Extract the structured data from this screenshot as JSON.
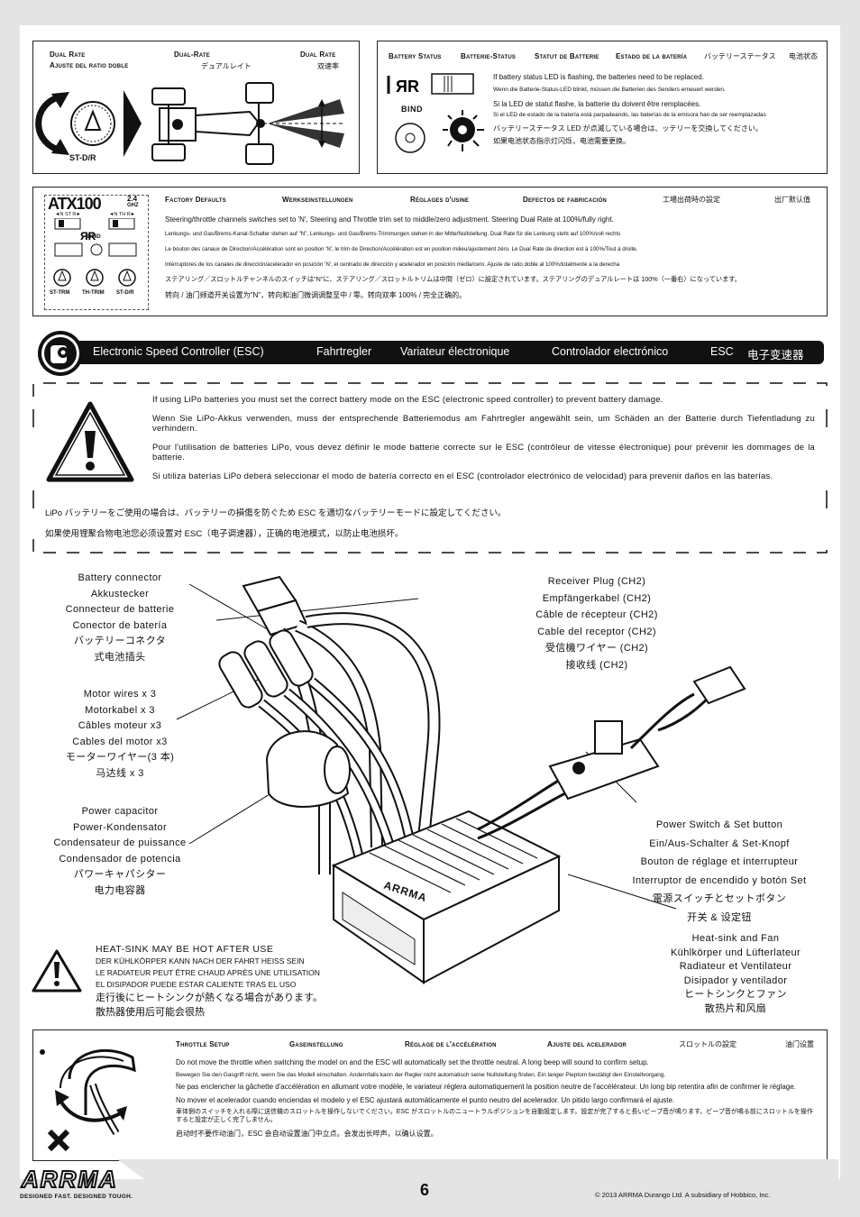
{
  "dual_rate": {
    "labels": [
      "Dual Rate",
      "Dual-Rate",
      "Dual Rate"
    ],
    "sublabels": [
      "Ajuste del ratio doble",
      "デュアルレイト",
      "双速率"
    ],
    "knob_label": "ST-D/R"
  },
  "battery_status": {
    "headers": [
      "Battery Status",
      "Batterie-Status",
      "Statut de Batterie",
      "Estado de la batería",
      "バッテリーステータス",
      "电池状态"
    ],
    "bind_label": "BIND",
    "lines": [
      "If battery status LED is flashing, the batteries need to be replaced.",
      "Wenn die Batterie-Status-LED blinkt, müssen die Batterien des Senders erneuert werden.",
      "Si la LED de statut flashe, la batterie du doivent être remplacées.",
      "Si el LED de estado de la batería está parpadeando, las baterías de la emisora han de ser reemplazadas",
      "バッテリーステータス LED が点滅している場合は、ッテリーを交換してください。",
      "如果电池状态指示灯闪烁，电池需要更换。"
    ]
  },
  "factory_defaults": {
    "brand": "ATX100",
    "brand_sup": "2.4",
    "brand_sub": "GHZ",
    "trims": [
      "◄N ST R►",
      "◄N TH R►"
    ],
    "bind_label": "BIND",
    "knobs": [
      "ST-TRM",
      "TH-TRIM",
      "ST-D/R"
    ],
    "headers": [
      "Factory Defaults",
      "Werkseinstellungen",
      "Réglages d'usine",
      "Defectos de fabricación",
      "工場出荷時の設定",
      "出厂默认值"
    ],
    "lines": [
      "Steering/throttle channels switches set to 'N', Steering and Throttle trim set to middle/zero adjustment. Steering Dual Rate at 100%/fully right.",
      "Lenkungs- und Gas/Brems-Kanal-Schalter stehen auf \"N\", Lenkungs- und Gas/Brems-Trimmungen stehen in der Mitte/Nullstellung. Dual Rate für die Lenkung steht auf 100%/voll rechts",
      "Le bouton des canaux de Direction/Accélération sont en position 'N', le trim de Direction/Accélération est en position milieu/ajustement zéro. Le Dual Rate de direction est à 100%/Tout à droite.",
      "Interruptores de los canales de dirección/acelerador en posición 'N', el centrado de dirección y acelerador en posición media/cero. Ajuste de ratio doble al 100%/totalmente a la derecha",
      "ステアリング／スロットルチャンネルのスイッチは\"N\"に、ステアリング／スロットルトリムは中間（ゼロ）に設定されています。ステアリングのデュアルレートは 100%（一番右）になっています。",
      "转向 / 油门频道开关设置为\"N\"，转向和油门微调调整至中 / 零。转向双率 100% / 完全正确的。"
    ]
  },
  "esc_banner": [
    "Electronic Speed Controller (ESC)",
    "Fahrtregler",
    "Variateur électronique",
    "Controlador electrónico",
    "ESC",
    "电子变速器"
  ],
  "warning": {
    "lines": [
      "If using LiPo batteries you must set the correct battery mode on the ESC (electronic speed controller) to prevent battery damage.",
      "Wenn Sie LiPo-Akkus verwenden, muss der entsprechende Batteriemodus am Fahrtregler angewählt sein, um Schäden an der Batterie durch Tiefentladung zu verhindern.",
      "Pour l'utilisation de batteries LiPo, vous devez définir le mode batterie correcte sur le ESC (contrôleur de vitesse électronique) pour prévenir les dommages de la batterie.",
      "Si utiliza baterías LiPo deberá seleccionar el modo de batería correcto en el ESC (controlador electrónico de velocidad) para prevenir daños en las baterías."
    ],
    "jp": "LiPo バッテリーをご使用の場合は、バッテリーの損傷を防ぐため ESC を適切なバッテリーモードに設定してください。",
    "cn": "如果使用锂聚合物电池您必须设置对 ESC（电子调速器），正确的电池模式，以防止电池损坏。"
  },
  "callouts": {
    "battery_connector": [
      "Battery connector",
      "Akkustecker",
      "Connecteur de batterie",
      "Conector de batería",
      "バッテリーコネクタ",
      "式电池插头"
    ],
    "motor_wires": [
      "Motor wires x 3",
      "Motorkabel x 3",
      "Câbles moteur x3",
      "Cables del motor x3",
      "モーターワイヤー(3 本)",
      "马达线 x 3"
    ],
    "power_capacitor": [
      "Power capacitor",
      "Power-Kondensator",
      "Condensateur de puissance",
      "Condensador de potencia",
      "パワーキャパシター",
      "电力电容器"
    ],
    "receiver_plug": [
      "Receiver Plug (CH2)",
      "Empfängerkabel (CH2)",
      "Câble de récepteur (CH2)",
      "Cable del receptor (CH2)",
      "受信機ワイヤー (CH2)",
      "接收线 (CH2)"
    ],
    "power_switch": [
      "Power Switch & Set button",
      "Ein/Aus-Schalter & Set-Knopf",
      "Bouton de réglage et interrupteur",
      "Interruptor de encendido y botón Set",
      "電源スイッチとセットボタン",
      "开关 & 设定钮"
    ],
    "heatsink_fan": [
      "Heat-sink and Fan",
      "Kühlkörper und Lüfterlateur",
      "Radiateur et Ventilateur",
      "Disipador y ventilador",
      "ヒートシンクとファン",
      "散热片和风扇"
    ],
    "heatsink_warning": [
      "HEAT-SINK MAY BE HOT AFTER USE",
      "DER KÜHLKÖRPER KANN NACH DER FAHRT HEISS SEIN",
      "LE RADIATEUR PEUT ÊTRE CHAUD APRÈS UNE UTILISATION",
      "EL DISIPADOR PUEDE ESTAR CALIENTE TRAS EL USO",
      "走行後にヒートシンクが熱くなる場合があります。",
      "散热器使用后可能会很热"
    ]
  },
  "esc_label": "ARRMA",
  "throttle_setup": {
    "headers": [
      "Throttle Setup",
      "Gaseinstellung",
      "Réglage de l'accélération",
      "Ajuste del acelerador",
      "スロットルの設定",
      "油门设置"
    ],
    "lines": [
      "Do not move the throttle when switching the model on and the ESC will automatically set the throttle neutral. A long beep will sound to confirm setup.",
      "Bewegen Sie den Gasgriff nicht, wenn Sie das Modell einschalten. Andernfalls kann der Regler nicht automatisch seine Nullstellung finden. Ein langer Pieptom bestätigt den Einstellvorgang.",
      "Ne pas enclencher la gâchette d'accélération en allumant votre modèle, le variateur réglera automatiquement la position neutre de l'accélérateur. Un long bip retentira afin de confirmer le réglage.",
      "No mover el acelerador cuando enciendas el modelo y el ESC ajustará automáticamente el punto neutro del acelerador. Un pitido largo confirmará el ajuste.",
      "車体側のスイッチを入れる際に送信機のスロットルを操作しないでください。ESC がスロットルのニュートラルポジションを自動設定します。設定が完了すると長いビープ音が鳴ります。ビープ音が鳴る前にスロットルを操作すると設定が正しく完了しません。",
      "启动时不要作动油门，ESC 会自动设置油门中立点。会发出长哔声，以确认设置。"
    ]
  },
  "footer": {
    "logo": "ARRMA",
    "tagline": "DESIGNED FAST. DESIGNED TOUGH.",
    "page_number": "6",
    "copyright": "© 2013 ARRMA Durango Ltd. A subsidiary of Hobbico, Inc."
  }
}
